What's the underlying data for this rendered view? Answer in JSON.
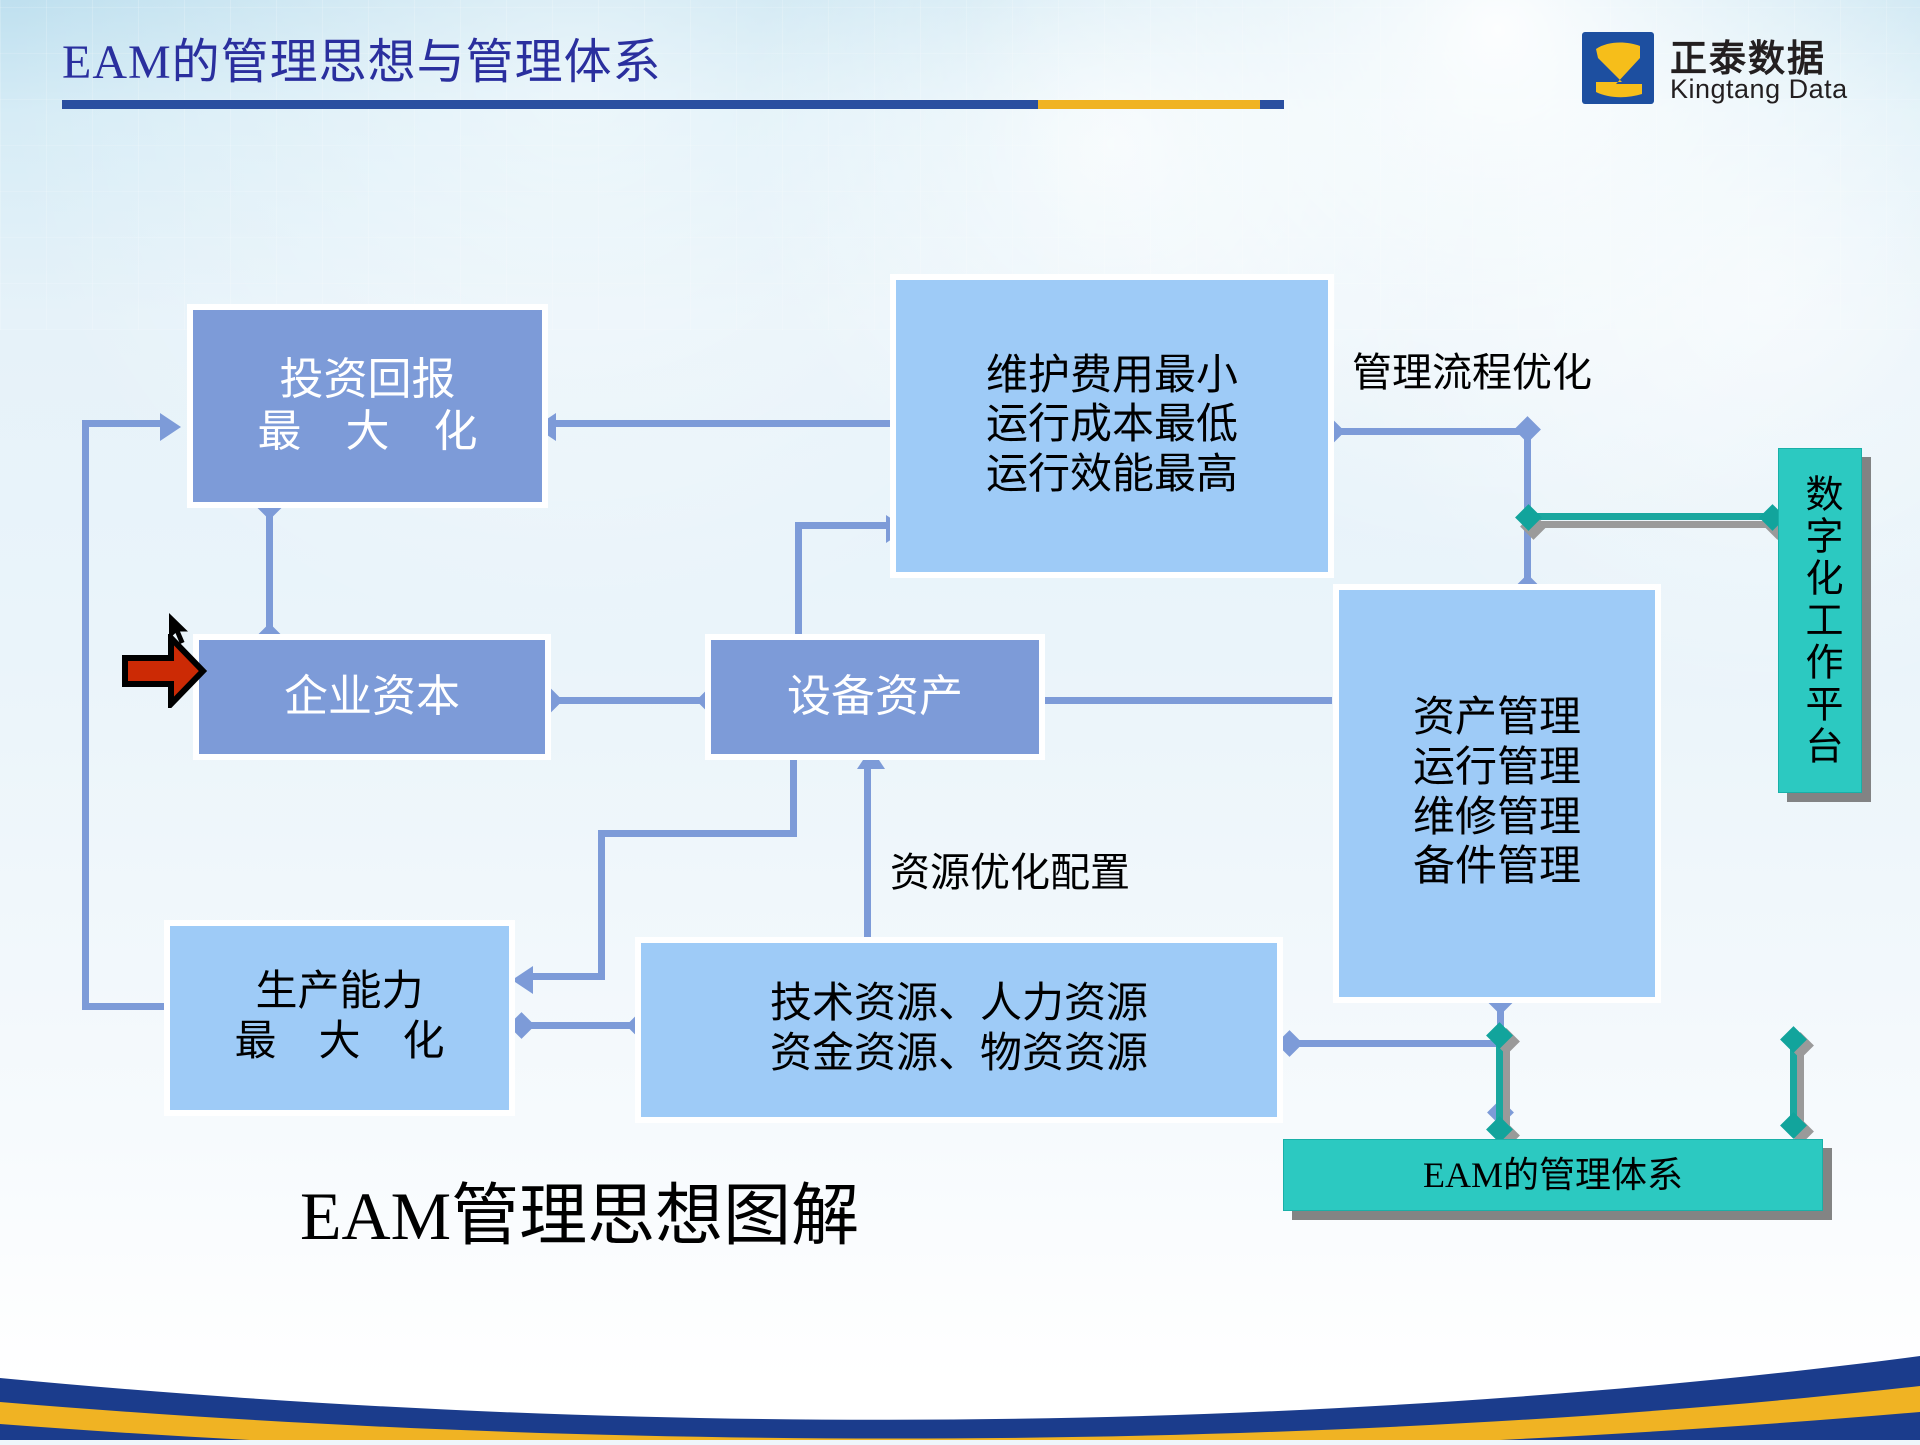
{
  "slide": {
    "title": "EAM的管理思想与管理体系",
    "caption": "EAM管理思想图解"
  },
  "logo": {
    "mark_letter": "Z",
    "name_cn": "正泰数据",
    "name_en": "Kingtang Data",
    "mark_bg": "#1D4FA0",
    "mark_fg": "#F6BE1A"
  },
  "colors": {
    "title_blue": "#2A2F9E",
    "rule_blue": "#2A4FA0",
    "rule_gold": "#F0B323",
    "node_dark_blue": "#7D9BD8",
    "node_light_blue": "#9ECBF7",
    "teal": "#2CC9C1",
    "connector_blue": "#7D9BD8",
    "connector_teal": "#1AA79F",
    "red_arrow": "#CC2A05"
  },
  "nodes": {
    "roi": {
      "lines": [
        "投资回报",
        "最　大　化"
      ]
    },
    "capital": {
      "lines": [
        "企业资本"
      ]
    },
    "equipment": {
      "lines": [
        "设备资产"
      ]
    },
    "capacity": {
      "lines": [
        "生产能力",
        "最　大　化"
      ]
    },
    "cost": {
      "lines": [
        "维护费用最小",
        "运行成本最低",
        "运行效能最高"
      ]
    },
    "management": {
      "lines": [
        "资产管理",
        "运行管理",
        "维修管理",
        "备件管理"
      ]
    },
    "resources": {
      "lines": [
        "技术资源、人力资源",
        "资金资源、物资资源"
      ]
    },
    "platform": {
      "text": "数字化工作平台"
    },
    "system": {
      "text": "EAM的管理体系"
    }
  },
  "labels": {
    "process_optimization": "管理流程优化",
    "resource_allocation": "资源优化配置"
  }
}
